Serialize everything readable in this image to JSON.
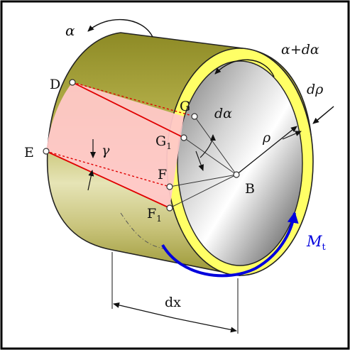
{
  "labels": {
    "alpha": "α",
    "alpha_plus_dalpha": "α+dα",
    "d_rho": "dρ",
    "d_alpha": "dα",
    "rho": "ρ",
    "gamma": "γ",
    "D": "D",
    "E": "E",
    "G": "G",
    "G1_main": "G",
    "G1_sub": "1",
    "F": "F",
    "F1_main": "F",
    "F1_sub": "1",
    "B": "B",
    "Mt_main": "M",
    "Mt_sub": "t",
    "dx": "dx"
  },
  "colors": {
    "frame": "#000000",
    "cylinder_olive": "#a8a43a",
    "ring_yellow": "#ffff66",
    "element_pink": "#ffc8c8",
    "edge_red": "#e00000",
    "torque_blue": "#0000dd"
  }
}
